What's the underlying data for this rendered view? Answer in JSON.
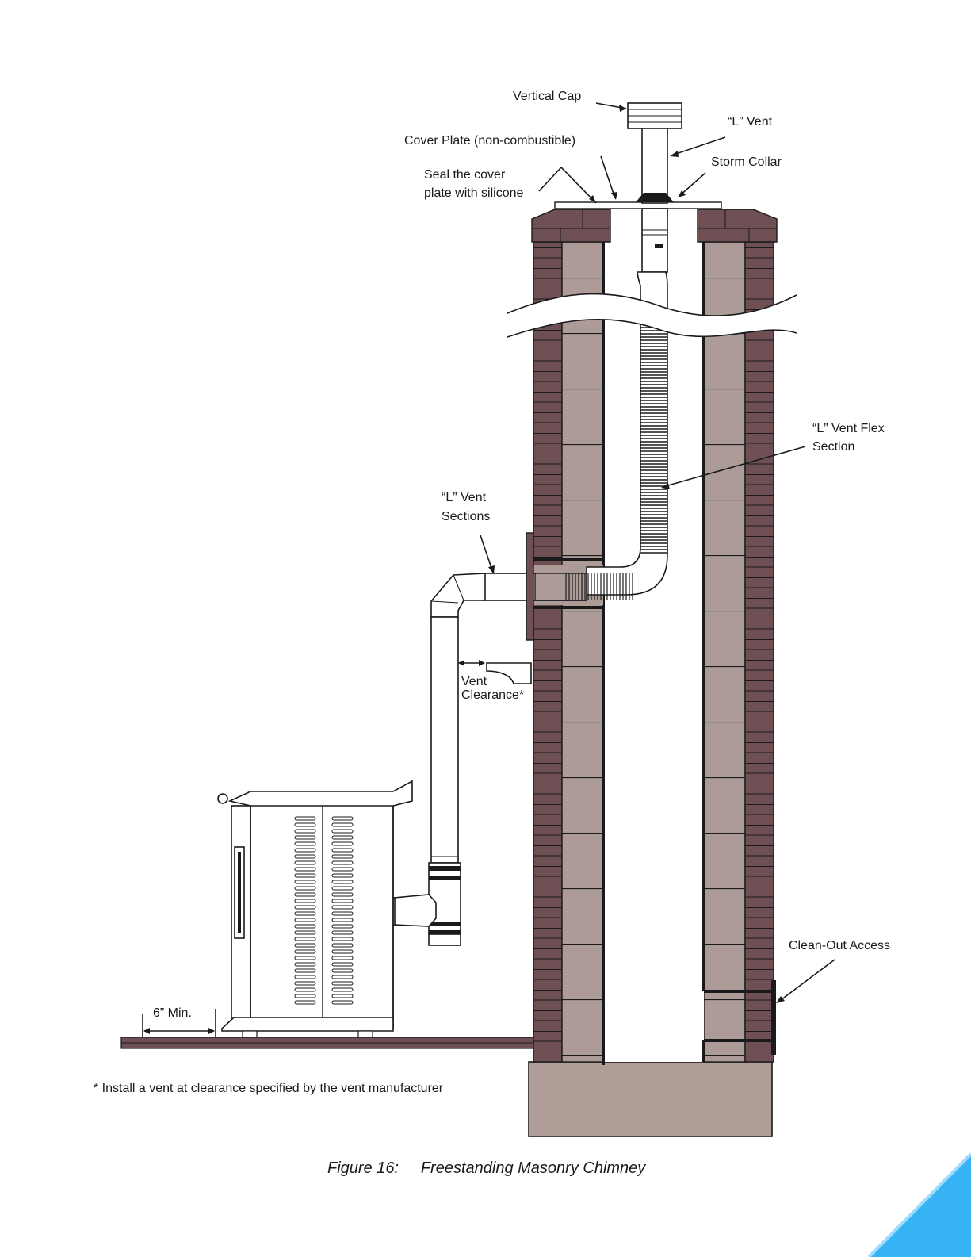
{
  "labels": {
    "vertical_cap": "Vertical Cap",
    "l_vent_top": "“L” Vent",
    "cover_plate": "Cover Plate (non-combustible)",
    "storm_collar": "Storm Collar",
    "seal_line1": "Seal the cover",
    "seal_line2": "plate with silicone",
    "flex_line1": "“L” Vent Flex",
    "flex_line2": "Section",
    "sections_line1": "“L” Vent",
    "sections_line2": "Sections",
    "clearance_line1": "Vent",
    "clearance_line2": "Clearance*",
    "clean_out": "Clean-Out Access",
    "six_min": "6” Min.",
    "footnote": "* Install a vent at clearance specified by the vent manufacturer",
    "figure_caption": "Figure 16:     Freestanding Masonry Chimney"
  },
  "colors": {
    "brick_dark": "#6e5054",
    "brick_light": "#ad9b98",
    "foundation": "#ae9e97",
    "floor": "#6e5054",
    "outline": "#1a1a1a",
    "page_corner": "#36b3f4"
  },
  "icons": {
    "stove": "pellet-stove-icon",
    "page_curl": "page-curl-icon"
  }
}
